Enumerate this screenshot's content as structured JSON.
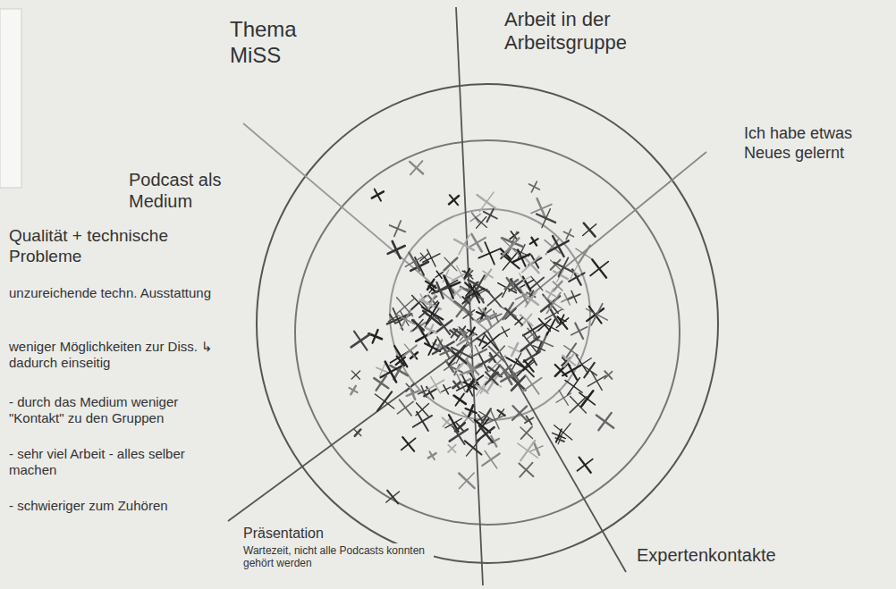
{
  "diagram": {
    "labels": [
      "Thema MiSS",
      "Arbeit in der Arbeitsgruppe",
      "Ich habe etwas Neues gelernt",
      "Podcast als Medium",
      "Qualität + technische Probleme",
      "unzureichende techn. Ausstattung",
      "weniger Möglichkeiten zur Diss. ↳ dadurch einseitig",
      "- durch das Medium weniger \"Kontakt\" zu den Gruppen",
      "- sehr viel Arbeit - alles selber machen",
      "- schwieriger zum Zuhören",
      "Präsentation",
      "Wartezeit, nicht alle Podcasts konnten gehört werden",
      "Expertenkontakte"
    ]
  }
}
